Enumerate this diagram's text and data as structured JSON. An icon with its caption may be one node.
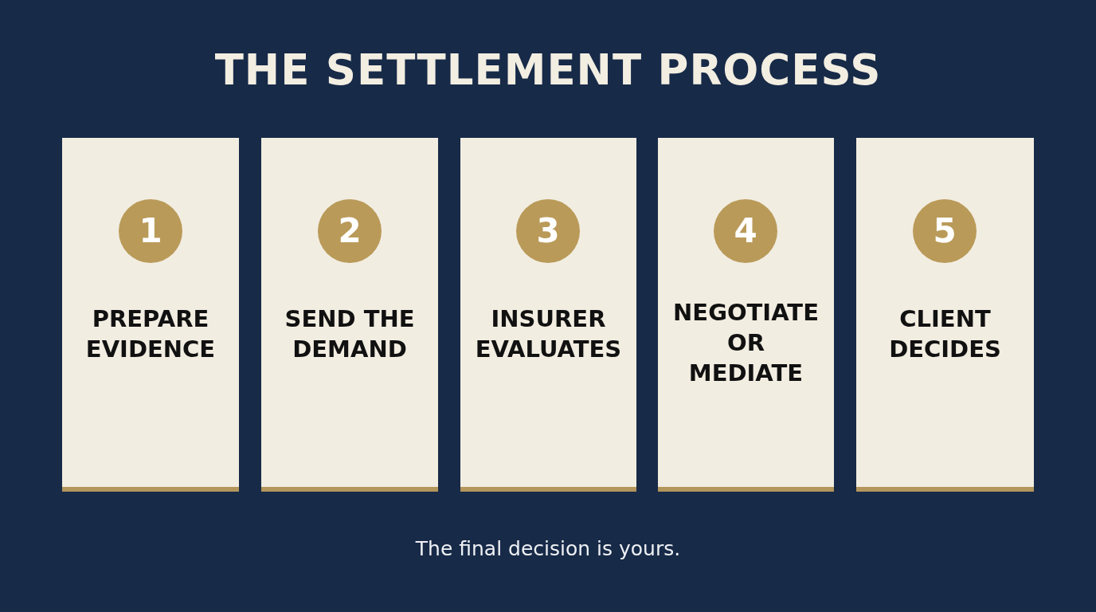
{
  "diagram": {
    "title": "THE SETTLEMENT PROCESS",
    "caption": "The final decision is yours.",
    "nodes": [
      {
        "text": [
          "PREPARE EVIDENCE"
        ]
      },
      {
        "text": [
          "1"
        ],
        "in": 0
      },
      {
        "text": [
          "SEND THE DEMAND"
        ]
      },
      {
        "text": [
          "2"
        ],
        "in": 2
      },
      {
        "text": [
          "INSURER EVALUATES"
        ]
      },
      {
        "text": [
          "3"
        ],
        "in": 4
      },
      {
        "text": [
          "NEGOTIATE OR MEDIATE"
        ]
      },
      {
        "text": [
          "4"
        ],
        "in": 6
      },
      {
        "text": [
          "CLIENT DECIDES"
        ]
      },
      {
        "text": [
          "5"
        ],
        "in": 8
      }
    ]
  }
}
